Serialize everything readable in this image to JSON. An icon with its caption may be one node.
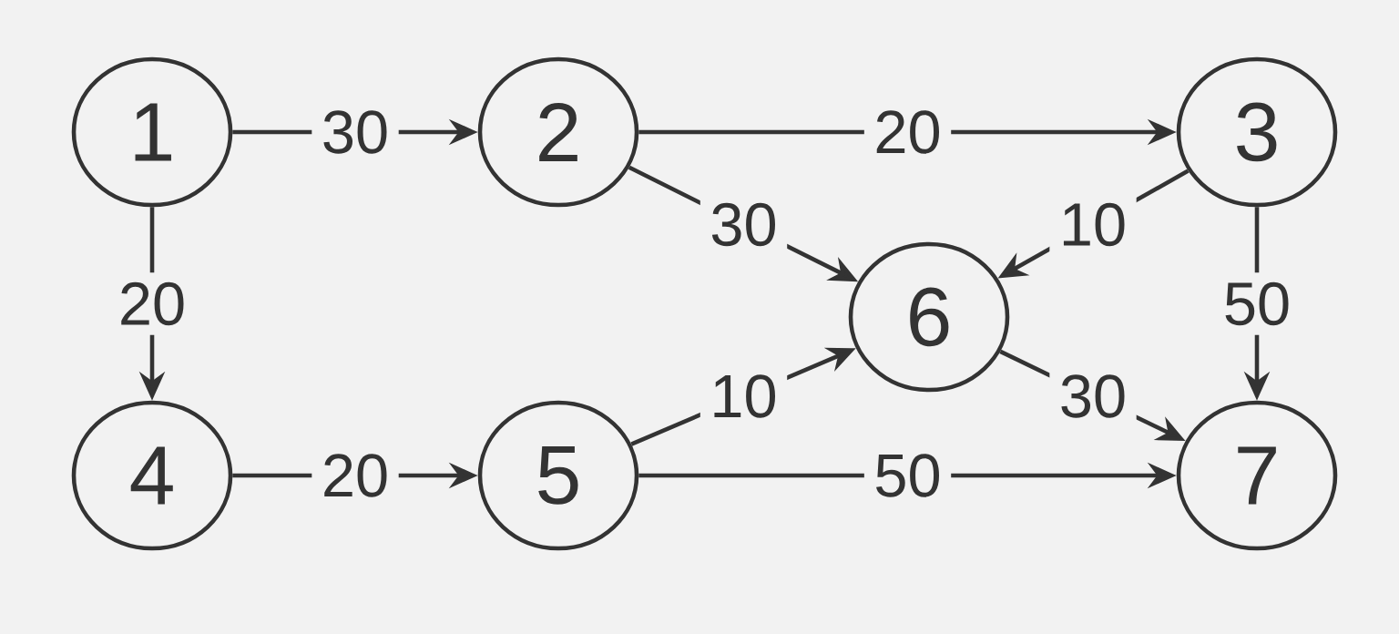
{
  "diagram": {
    "nodes": [
      {
        "text": [
          "1"
        ]
      },
      {
        "text": [
          "2"
        ]
      },
      {
        "text": [
          "3"
        ]
      },
      {
        "text": [
          "4"
        ]
      },
      {
        "text": [
          "5"
        ]
      },
      {
        "text": [
          "6"
        ]
      },
      {
        "text": [
          "7"
        ]
      }
    ],
    "edges": [
      {
        "from": 0,
        "to": 1,
        "arrow": "to",
        "label": "30"
      },
      {
        "from": 1,
        "to": 2,
        "arrow": "to",
        "label": "20"
      },
      {
        "from": 0,
        "to": 3,
        "arrow": "to",
        "label": "20"
      },
      {
        "from": 1,
        "to": 5,
        "arrow": "to",
        "label": "30"
      },
      {
        "from": 2,
        "to": 5,
        "arrow": "to",
        "label": "10"
      },
      {
        "from": 2,
        "to": 6,
        "arrow": "to",
        "label": "50"
      },
      {
        "from": 3,
        "to": 4,
        "arrow": "to",
        "label": "20"
      },
      {
        "from": 4,
        "to": 5,
        "arrow": "to",
        "label": "10"
      },
      {
        "from": 4,
        "to": 6,
        "arrow": "to",
        "label": "50"
      },
      {
        "from": 5,
        "to": 6,
        "arrow": "to",
        "label": "30"
      }
    ]
  }
}
